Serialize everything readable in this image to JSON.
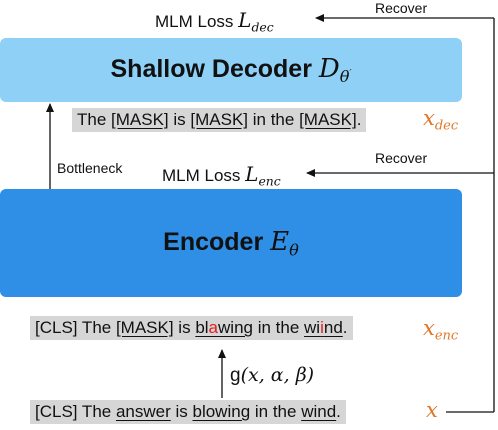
{
  "losses": {
    "dec_text": "MLM Loss",
    "dec_symbol": "L",
    "dec_sub": "dec",
    "enc_text": "MLM Loss",
    "enc_symbol": "L",
    "enc_sub": "enc"
  },
  "recover_top": "Recover",
  "recover_mid": "Recover",
  "bottleneck": "Bottleneck",
  "decoder": {
    "title": "Shallow Decoder",
    "symbol": "D",
    "sub": "θ",
    "sup": "′"
  },
  "encoder": {
    "title": "Encoder",
    "symbol": "E",
    "sub": "θ"
  },
  "x_dec": {
    "sentence": [
      "The ",
      "[MASK]",
      " is ",
      "[MASK]",
      " in the ",
      "[MASK]",
      "."
    ],
    "symbol": "x",
    "sub": "dec"
  },
  "x_enc": {
    "sentence": [
      "[CLS] The ",
      "[MASK]",
      " is ",
      "bl",
      "a",
      "wing",
      " in the ",
      "wi",
      "i",
      "nd",
      "."
    ],
    "symbol": "x",
    "sub": "enc"
  },
  "x_orig": {
    "sentence": [
      "[CLS] The ",
      "answer",
      " is ",
      "blowing",
      " in the ",
      "wind",
      "."
    ],
    "symbol": "x"
  },
  "function": {
    "name": "g",
    "args": "(x, α, β)"
  },
  "colors": {
    "decoder": "#8fd0f6",
    "encoder": "#2f8fe6",
    "highlight": "#e02020",
    "symbol": "#e0782a",
    "sentence_bg": "#d6d6d6"
  }
}
